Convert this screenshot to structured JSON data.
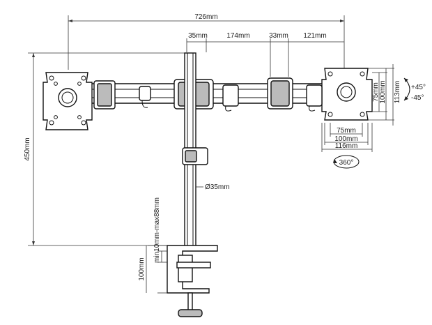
{
  "dimensions": {
    "overall_width": "726mm",
    "arm_left_offset": "35mm",
    "arm_span": "174mm",
    "arm_joint": "33mm",
    "arm_right_segment": "121mm",
    "pole_height": "450mm",
    "pole_diameter": "Ø35mm",
    "clamp_range": "min10mm-max88mm",
    "clamp_height": "100mm",
    "vesa_75_h": "75mm",
    "vesa_100_h": "100mm",
    "plate_113_h": "113mm",
    "vesa_75_w": "75mm",
    "vesa_100_w": "100mm",
    "plate_116_w": "116mm",
    "tilt_up": "+45°",
    "tilt_down": "-45°",
    "rotation": "360°"
  }
}
